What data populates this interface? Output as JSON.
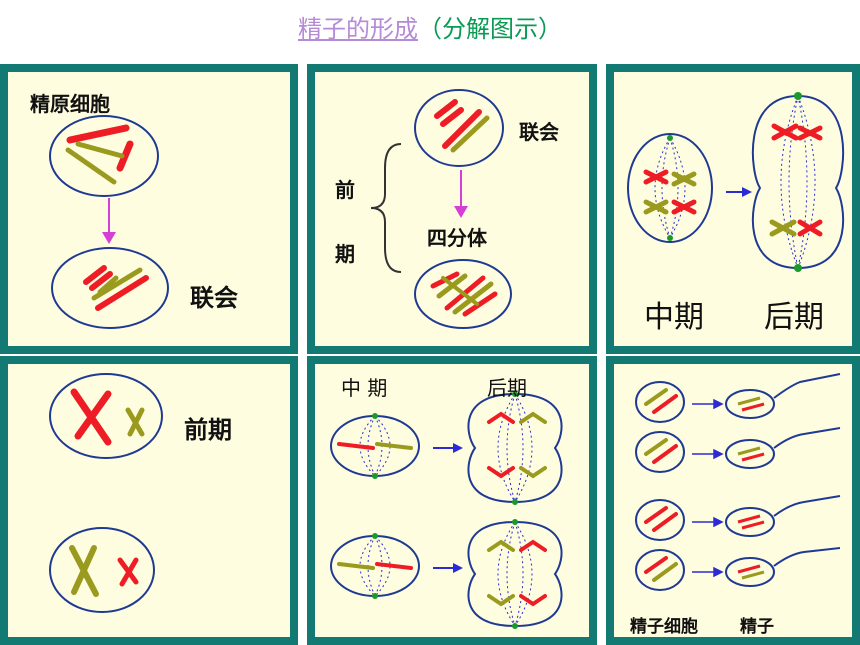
{
  "title": {
    "main": "精子的形成",
    "sub": "（分解图示）"
  },
  "panels": {
    "p1": {
      "label_top": "精原细胞",
      "label_bottom": "联会"
    },
    "p2": {
      "label_pairing": "联会",
      "label_qian": "前",
      "label_qi": "期",
      "label_tetrad": "四分体"
    },
    "p3": {
      "label_meta": "中期",
      "label_ana": "后期"
    },
    "p4": {
      "label_pro": "前期"
    },
    "p5": {
      "label_meta": "中 期",
      "label_ana": "后期"
    },
    "p6": {
      "label_spermatid": "精子细胞",
      "label_sperm": "精子"
    }
  },
  "colors": {
    "border": "#137a73",
    "panel_bg": "#fffde0",
    "cell": "#1f3a93",
    "red": "#ee1c25",
    "olive": "#9a9a1e",
    "arrow": "#d63fd6",
    "spindle": "#2b2bd6",
    "centriole": "#1a9a2a"
  }
}
